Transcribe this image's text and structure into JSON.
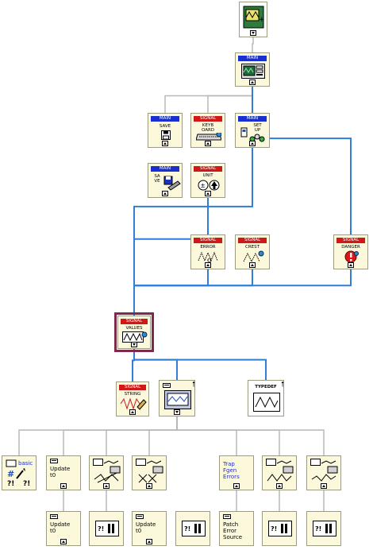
{
  "colors": {
    "wire_gray": "#b8b8b8",
    "wire_blue": "#2f7fd8",
    "node_fill": "#fbf8dc",
    "band_blue": "#1a2fd0",
    "band_red": "#d01818",
    "selected_outline": "#7e2a4a"
  },
  "nodes": {
    "top": {
      "icon": "fgen-panel-icon"
    },
    "main": {
      "band": "MAIN",
      "icon": "signal-display-icon"
    },
    "save": {
      "band": "MAIN",
      "label": "SAVE",
      "icon": "floppy-disk-icon"
    },
    "keyboard": {
      "band": "SIGNAL",
      "label": "KEYB\nOARD",
      "icon": "keyboard-icon"
    },
    "setup": {
      "band": "MAIN",
      "label": "SET\nUP",
      "icon": "setup-gears-icon"
    },
    "saveval": {
      "band": "MAIN",
      "label": "SA\nVE",
      "icon": "save-values-icon"
    },
    "unit": {
      "band": "SIGNAL",
      "label": "UNIT",
      "icon": "plus-minus-arrow-icon"
    },
    "error": {
      "band": "SIGNAL",
      "label": "ERROR",
      "icon": "waveform-error-icon"
    },
    "crest": {
      "band": "SIGNAL",
      "label": "CREST",
      "icon": "crest-waveform-icon"
    },
    "danger": {
      "band": "SIGNAL",
      "label": "DANGER",
      "icon": "exclamation-icon"
    },
    "values": {
      "band": "SIGNAL",
      "label": "VALUES",
      "icon": "waveform-values-icon"
    },
    "string": {
      "band": "SIGNAL",
      "label": "STRING",
      "icon": "waveform-string-icon"
    },
    "cluster": {
      "icon": "cluster-typedef-icon"
    },
    "typedef": {
      "label": "TYPEDEF",
      "icon": "triangle-wave-icon"
    },
    "basic": {
      "label": "basic",
      "icon": "basic-tools-icon"
    },
    "update1": {
      "label": "Update\nt0",
      "icon": "clock-icon"
    },
    "wave1": {
      "icon": "waveform-subvi-icon"
    },
    "wave2": {
      "icon": "waveform-subvi-icon"
    },
    "trap": {
      "label": "Trap\nFgen\nErrors",
      "icon": "fgen-icon"
    },
    "wave3": {
      "icon": "waveform-subvi-icon"
    },
    "wave4": {
      "icon": "waveform-subvi-icon"
    },
    "update2": {
      "label": "Update\nt0",
      "icon": "clock-icon"
    },
    "unknown1": {
      "icon": "unknown-subvi-icon"
    },
    "update3": {
      "label": "Update\nt0",
      "icon": "clock-icon"
    },
    "unknown2": {
      "icon": "unknown-subvi-icon"
    },
    "patch": {
      "label": "Patch\nError\nSource",
      "icon": "patch-icon"
    },
    "unknown3": {
      "icon": "unknown-subvi-icon"
    },
    "unknown4": {
      "icon": "unknown-subvi-icon"
    }
  },
  "edges": [
    {
      "from": "top",
      "to": "main",
      "color": "gray"
    },
    {
      "from": "main",
      "to": "save",
      "color": "gray"
    },
    {
      "from": "main",
      "to": "keyboard",
      "color": "gray"
    },
    {
      "from": "main",
      "to": "setup",
      "color": "blue"
    },
    {
      "from": "main",
      "to": "danger",
      "color": "blue"
    },
    {
      "from": "setup",
      "to": "values",
      "color": "blue"
    },
    {
      "from": "unit",
      "to": "values",
      "color": "blue"
    },
    {
      "from": "error",
      "to": "values",
      "color": "blue"
    },
    {
      "from": "crest",
      "to": "values",
      "color": "blue"
    },
    {
      "from": "danger",
      "to": "values",
      "color": "blue"
    },
    {
      "from": "values",
      "to": "string",
      "color": "blue"
    },
    {
      "from": "values",
      "to": "cluster",
      "color": "blue"
    },
    {
      "from": "values",
      "to": "typedef",
      "color": "blue"
    },
    {
      "from": "cluster",
      "to": "basic",
      "color": "gray"
    },
    {
      "from": "cluster",
      "to": "update1",
      "color": "gray"
    },
    {
      "from": "cluster",
      "to": "wave1",
      "color": "gray"
    },
    {
      "from": "cluster",
      "to": "wave2",
      "color": "gray"
    },
    {
      "from": "cluster",
      "to": "trap",
      "color": "gray"
    },
    {
      "from": "cluster",
      "to": "wave3",
      "color": "gray"
    },
    {
      "from": "cluster",
      "to": "wave4",
      "color": "gray"
    },
    {
      "from": "update1",
      "to": "update2",
      "color": "gray"
    },
    {
      "from": "wave1",
      "to": "unknown1",
      "color": "gray"
    },
    {
      "from": "trap",
      "to": "patch",
      "color": "gray"
    },
    {
      "from": "wave3",
      "to": "unknown3",
      "color": "gray"
    },
    {
      "from": "wave4",
      "to": "unknown4",
      "color": "gray"
    }
  ]
}
